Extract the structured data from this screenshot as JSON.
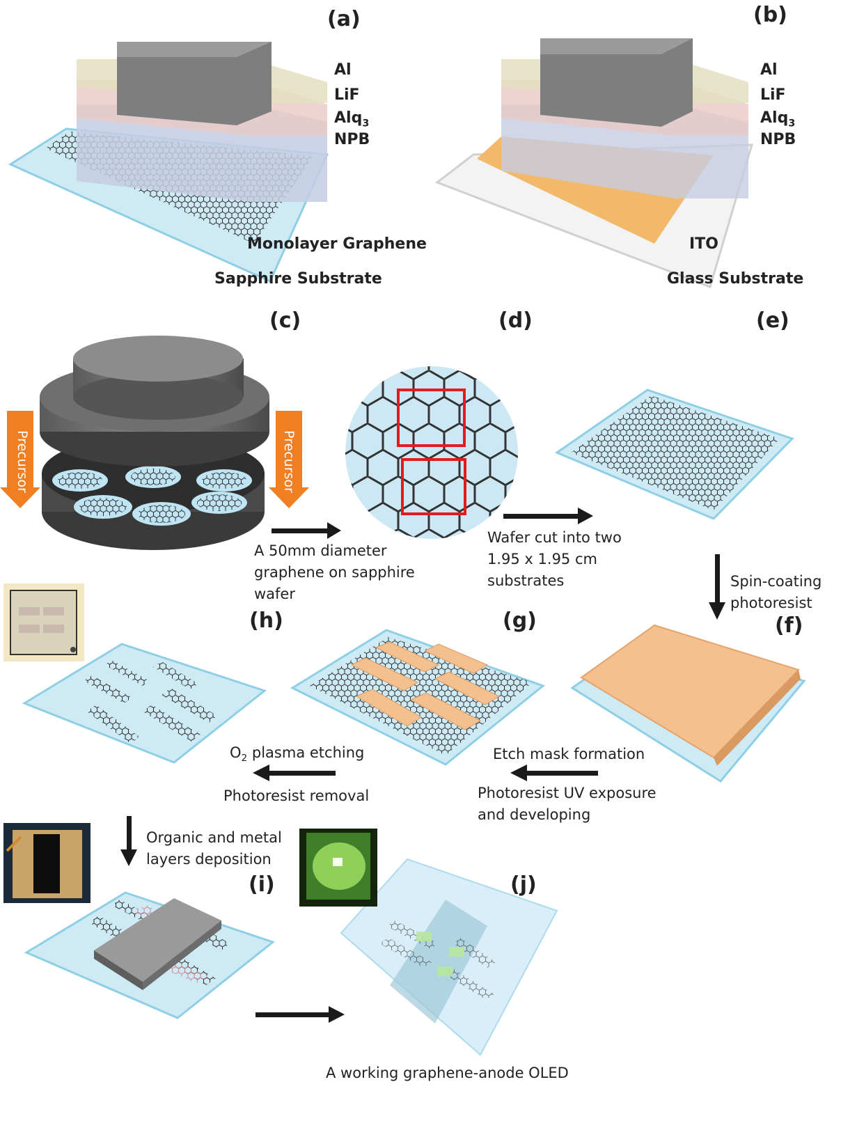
{
  "panel_labels": {
    "a": "(a)",
    "b": "(b)",
    "c": "(c)",
    "d": "(d)",
    "e": "(e)",
    "f": "(f)",
    "g": "(g)",
    "h": "(h)",
    "i": "(i)",
    "j": "(j)"
  },
  "layers_a": {
    "al": "Al",
    "lif": "LiF",
    "alq_base": "Alq",
    "alq_sub": "3",
    "npb": "NPB",
    "graphene": "Monolayer Graphene",
    "substrate": "Sapphire Substrate"
  },
  "layers_b": {
    "al": "Al",
    "lif": "LiF",
    "alq_base": "Alq",
    "alq_sub": "3",
    "npb": "NPB",
    "ito": "ITO",
    "substrate": "Glass Substrate"
  },
  "reactor": {
    "precursor_left": "Precursor",
    "precursor_right": "Precursor"
  },
  "steps": {
    "wafer_caption": "A 50mm diameter graphene on sapphire wafer",
    "cut_caption": "Wafer cut into two 1.95 x 1.95 cm substrates",
    "spin_caption": "Spin-coating photoresist",
    "etch_mask": "Etch mask formation",
    "uv_exposure": "Photoresist UV exposure and developing",
    "o2_base": "O",
    "o2_sub": "2",
    "o2_rest": " plasma etching",
    "pr_removal": "Photoresist removal",
    "deposition": "Organic and metal layers deposition",
    "final_caption": "A working graphene-anode OLED"
  },
  "colors": {
    "substrate": "#c9e8f4",
    "substrate_edge": "#8fcfe6",
    "graphene": "#2d2d2d",
    "metal": "#7b7b7b",
    "ito": "#f2b96a",
    "photoresist": "#f4c08f",
    "precursor_arrow": "#f07e22",
    "highlight": "#e21b1b",
    "arrow": "#1a1a1a"
  }
}
